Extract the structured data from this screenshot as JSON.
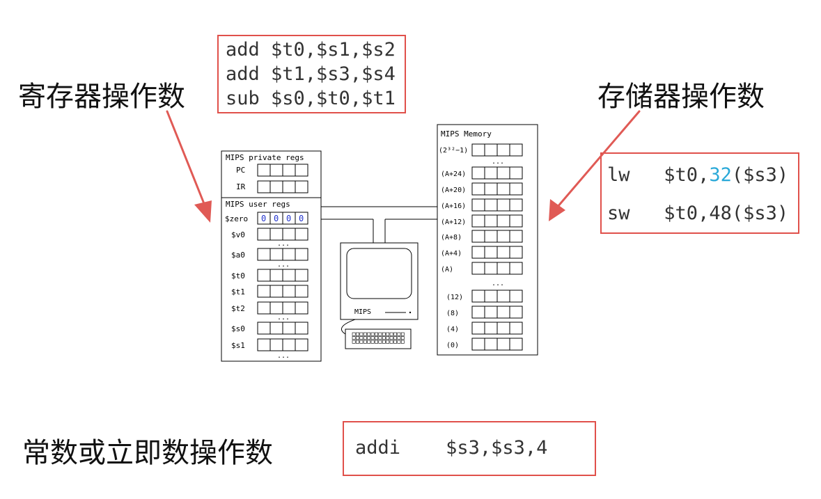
{
  "labels": {
    "register_operand": "寄存器操作数",
    "memory_operand": "存储器操作数",
    "immediate_operand": "常数或立即数操作数"
  },
  "register_code": {
    "lines": [
      "add $t0,$s1,$s2",
      "add $t1,$s3,$s4",
      "sub $s0,$t0,$t1"
    ]
  },
  "memory_code": {
    "line1_op": "lw",
    "line1_reg": "$t0,",
    "line1_offset": "32",
    "line1_base": "($s3)",
    "line2_op": "sw",
    "line2_args": "$t0,48($s3)"
  },
  "immediate_code": {
    "op": "addi",
    "args": "$s3,$s3,4"
  },
  "diagram": {
    "private_regs_title": "MIPS private regs",
    "private_regs": [
      "PC",
      "IR"
    ],
    "user_regs_title": "MIPS user regs",
    "zero_label": "$zero",
    "zero_value": "0",
    "user_regs": [
      "$v0",
      "$a0",
      "$t0",
      "$t1",
      "$t2",
      "$s0",
      "$s1"
    ],
    "ellipsis": "...",
    "computer_label": "MIPS",
    "memory_title": "MIPS Memory",
    "memory_top": "(2³²−1)",
    "memory_upper": [
      "(A+24)",
      "(A+20)",
      "(A+16)",
      "(A+12)",
      "(A+8)",
      "(A+4)",
      "(A)"
    ],
    "memory_lower": [
      "(12)",
      "(8)",
      "(4)",
      "(0)"
    ]
  },
  "colors": {
    "box_border": "#e0504a",
    "arrow": "#e05a55",
    "zero_value": "#2233cc",
    "highlight_number": "#2aa9d8"
  }
}
